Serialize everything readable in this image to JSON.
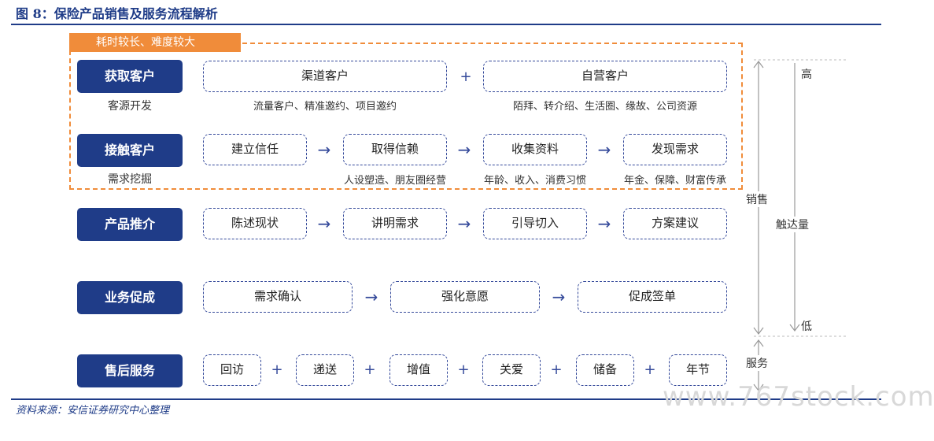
{
  "title": "图 8：保险产品销售及服务流程解析",
  "source": "资料来源：安信证券研究中心整理",
  "watermark": "www.767stock.com",
  "highlight_tag": "耗时较长、难度较大",
  "stages": [
    {
      "label": "获取客户",
      "sub": "客源开发"
    },
    {
      "label": "接触客户",
      "sub": "需求挖掘"
    },
    {
      "label": "产品推介",
      "sub": ""
    },
    {
      "label": "业务促成",
      "sub": ""
    },
    {
      "label": "售后服务",
      "sub": ""
    }
  ],
  "row1": {
    "boxes": [
      "渠道客户",
      "自营客户"
    ],
    "subs": [
      "流量客户、精准邀约、项目邀约",
      "陌拜、转介绍、生活圈、缘故、公司资源"
    ],
    "connector": "+"
  },
  "row2": {
    "boxes": [
      "建立信任",
      "取得信赖",
      "收集资料",
      "发现需求"
    ],
    "subs": [
      "人设塑造、朋友圈经营",
      "年龄、收入、消费习惯",
      "年金、保障、财富传承"
    ],
    "connector": "→"
  },
  "row3": {
    "boxes": [
      "陈述现状",
      "讲明需求",
      "引导切入",
      "方案建议"
    ],
    "connector": "→"
  },
  "row4": {
    "boxes": [
      "需求确认",
      "强化意愿",
      "促成签单"
    ],
    "connector": "→"
  },
  "row5": {
    "boxes": [
      "回访",
      "递送",
      "增值",
      "关爱",
      "储备",
      "年节"
    ],
    "connector": "+"
  },
  "side": {
    "sales_label": "销售",
    "service_label": "服务",
    "reach_label": "触达量",
    "high_label": "高",
    "low_label": "低"
  }
}
